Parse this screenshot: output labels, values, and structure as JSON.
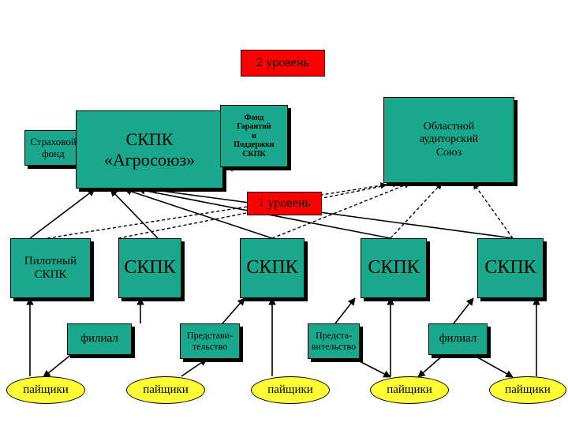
{
  "levels": {
    "level2": "2 уровень",
    "level1": "1 уровень"
  },
  "top": {
    "insurance_fund": "Страховой\nфонд",
    "agrosoyuz": "СКПК\n«Агросоюз»",
    "guarantee_fund": "Фонд\nГарантий\nи\nПоддержки\nСКПК",
    "audit_union": "Областной\nаудиторский\nСоюз"
  },
  "middle": {
    "pilot": "Пилотный\nСКПК",
    "skpk_1": "СКПК",
    "skpk_2": "СКПК",
    "skpk_3": "СКПК",
    "skpk_4": "СКПК"
  },
  "branches": {
    "filial_left": "филиал",
    "rep_1": "Представи-\nтельство",
    "rep_2": "Предста-\nвительство",
    "filial_right": "филиал"
  },
  "members": [
    "пайщики",
    "пайщики",
    "пайщики",
    "пайщики",
    "пайщики"
  ],
  "colors": {
    "box": "#1aa88c",
    "member": "#ffff33",
    "level2": "#ff0000",
    "line": "#000000"
  }
}
